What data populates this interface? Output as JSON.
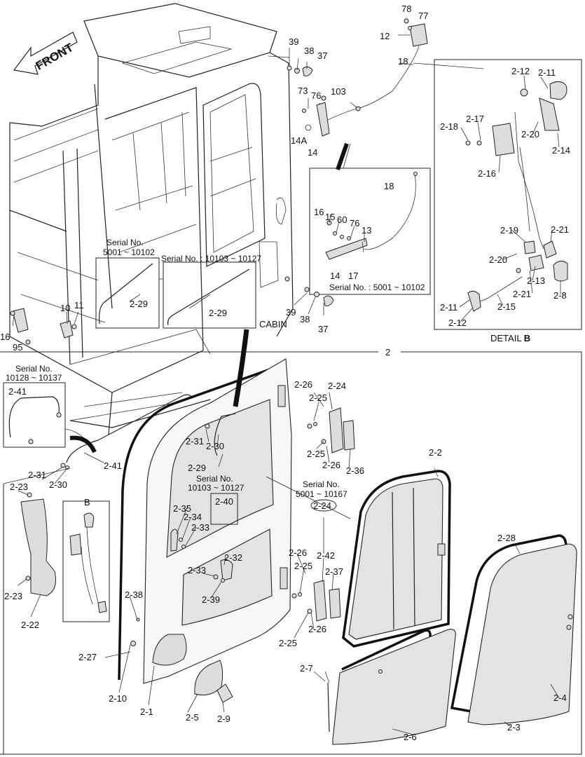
{
  "front_label": "FRONT",
  "cabin_label": "CABIN",
  "detail_label": "DETAIL",
  "detail_letter": "B",
  "inset_b_letter": "B",
  "group_2_label": "2",
  "serials": {
    "s5001_10102_a_l1": "Serial No.",
    "s5001_10102_a_l2": "5001 ~ 10102",
    "s10103_10127_a": "Serial No. : 10103 ~ 10127",
    "s5001_10102_b": "Serial No. : 5001 ~ 10102",
    "s10128_10137_l1": "Serial No.",
    "s10128_10137_l2": "10128 ~ 10137",
    "s10103_10127_b_l1": "Serial No.",
    "s10103_10127_b_l2": "10103 ~ 10127",
    "s5001_10167_l1": "Serial No.",
    "s5001_10167_l2": "5001 ~ 10167"
  },
  "callouts": {
    "c78": "78",
    "c77": "77",
    "c12": "12",
    "c18a": "18",
    "c39a": "39",
    "c38a": "38",
    "c37a": "37",
    "c73": "73",
    "c76a": "76",
    "c103": "103",
    "c14Aa": "14A",
    "c14a": "14",
    "c18b": "18",
    "c16a": "16",
    "c15": "15",
    "c60": "60",
    "c76b": "76",
    "c13": "13",
    "c14b": "14",
    "c17": "17",
    "c39b": "39",
    "c38b": "38",
    "c37b": "37",
    "c10": "10",
    "c11": "11",
    "c16b": "16",
    "c95": "95",
    "c2_29a": "2-29",
    "c2_29b": "2-29",
    "c2_41a": "2-41",
    "c2_41b": "2-41",
    "c2_31a": "2-31",
    "c2_30a": "2-30",
    "c2_31b": "2-31",
    "c2_30b": "2-30",
    "c2_29c": "2-29",
    "c2_26a": "2-26",
    "c2_24a": "2-24",
    "c2_25a": "2-25",
    "c2_25b": "2-25",
    "c2_26b": "2-26",
    "c2_36": "2-36",
    "c2_2": "2-2",
    "c2_24b": "2-24",
    "c2_40": "2-40",
    "c2_35": "2-35",
    "c2_34": "2-34",
    "c2_33a": "2-33",
    "c2_32": "2-32",
    "c2_33b": "2-33",
    "c2_39": "2-39",
    "c2_26c": "2-26",
    "c2_42": "2-42",
    "c2_25c": "2-25",
    "c2_37": "2-37",
    "c2_26d": "2-26",
    "c2_25d": "2-25",
    "c2_28": "2-28",
    "c2_23a": "2-23",
    "c2_23b": "2-23",
    "c2_22": "2-22",
    "c2_38": "2-38",
    "c2_27": "2-27",
    "c2_10": "2-10",
    "c2_1": "2-1",
    "c2_5": "2-5",
    "c2_9": "2-9",
    "c2_7": "2-7",
    "c2_6": "2-6",
    "c2_3": "2-3",
    "c2_4": "2-4",
    "d2_12a": "2-12",
    "d2_11a": "2-11",
    "d2_18": "2-18",
    "d2_17": "2-17",
    "d2_20a": "2-20",
    "d2_14": "2-14",
    "d2_16": "2-16",
    "d2_19": "2-19",
    "d2_21a": "2-21",
    "d2_20b": "2-20",
    "d2_13": "2-13",
    "d2_21b": "2-21",
    "d2_8": "2-8",
    "d2_11b": "2-11",
    "d2_15": "2-15",
    "d2_12b": "2-12"
  }
}
